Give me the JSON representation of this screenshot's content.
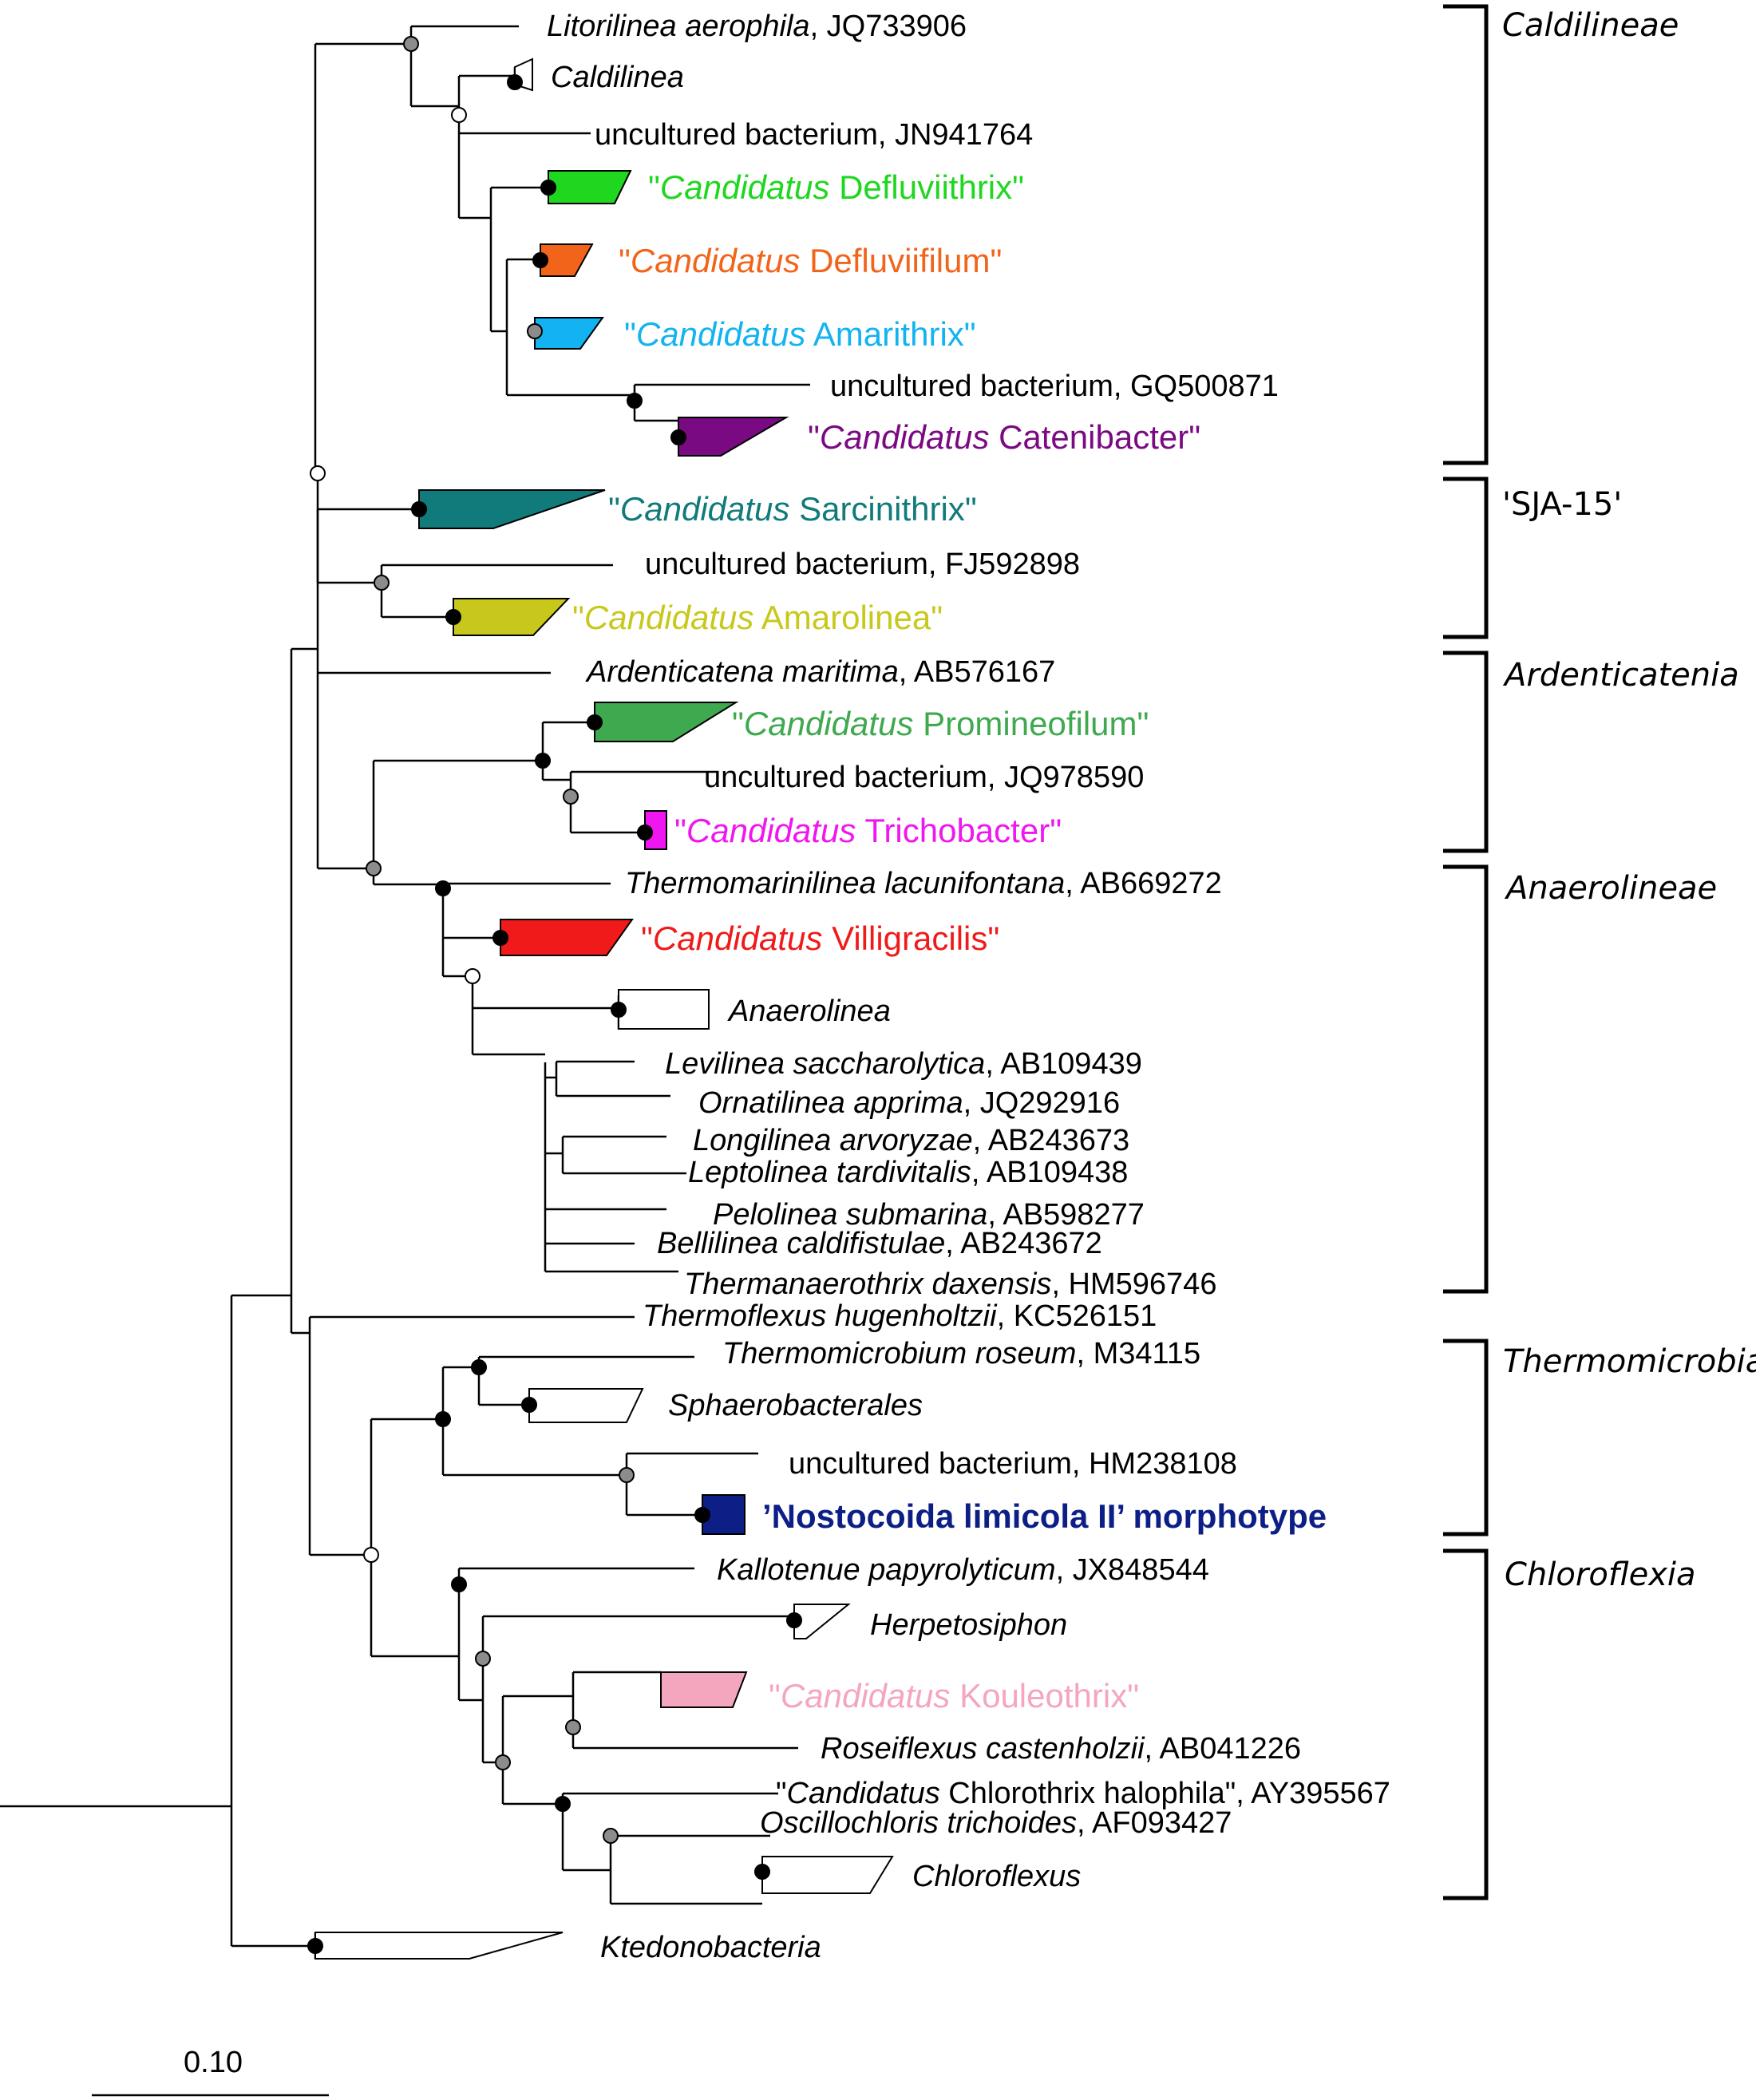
{
  "colors": {
    "defluviithrix": "#1ed71e",
    "defluviifilum": "#f2641a",
    "amarithrix": "#12b3f0",
    "catenibacter": "#7a0a82",
    "sarcinithrix": "#117a7a",
    "amarolinea": "#c8c81c",
    "promineofilum": "#3fa94f",
    "trichobacter": "#ef17ef",
    "villigracilis": "#f01a1a",
    "nostocoida": "#0d1f87",
    "kouleothrix": "#f4a6bf",
    "node_black": "#000000",
    "node_gray": "#8c8c8c",
    "node_white": "#ffffff"
  },
  "taxa": {
    "litorilinea": {
      "name": "Litorilinea aerophila",
      "acc": ", JQ733906"
    },
    "caldilinea": {
      "name": "Caldilinea"
    },
    "unc_jn941764": {
      "text": "uncultured bacterium, JN941764"
    },
    "defluviithrix": {
      "q1": "\"",
      "genus": "Candidatus",
      "name": " Defluviithrix",
      "q2": "\""
    },
    "defluviifilum": {
      "q1": "\"",
      "genus": "Candidatus",
      "name": " Defluviifilum",
      "q2": "\""
    },
    "amarithrix": {
      "q1": "\"",
      "genus": "Candidatus",
      "name": " Amarithrix",
      "q2": "\""
    },
    "unc_gq500871": {
      "text": "uncultured bacterium, GQ500871"
    },
    "catenibacter": {
      "q1": "\"",
      "genus": "Candidatus",
      "name": " Catenibacter",
      "q2": "\""
    },
    "sarcinithrix": {
      "q1": "\"",
      "genus": "Candidatus",
      "name": " Sarcinithrix",
      "q2": "\""
    },
    "unc_fj592898": {
      "text": "uncultured bacterium, FJ592898"
    },
    "amarolinea": {
      "q1": "\"",
      "genus": "Candidatus",
      "name": " Amarolinea",
      "q2": "\""
    },
    "ardenticatena": {
      "name": "Ardenticatena maritima",
      "acc": ", AB576167"
    },
    "promineofilum": {
      "q1": "\"",
      "genus": "Candidatus",
      "name": " Promineofilum",
      "q2": "\""
    },
    "unc_jq978590": {
      "text": "uncultured bacterium, JQ978590"
    },
    "trichobacter": {
      "q1": "\"",
      "genus": "Candidatus",
      "name": " Trichobacter",
      "q2": "\""
    },
    "thermomarinilinea": {
      "name": "Thermomarinilinea lacunifontana",
      "acc": ", AB669272"
    },
    "villigracilis": {
      "q1": "\"",
      "genus": "Candidatus",
      "name": " Villigracilis",
      "q2": "\""
    },
    "anaerolinea": {
      "name": "Anaerolinea"
    },
    "levilinea": {
      "name": "Levilinea saccharolytica",
      "acc": ", AB109439"
    },
    "ornatilinea": {
      "name": "Ornatilinea apprima",
      "acc": ", JQ292916"
    },
    "longilinea": {
      "name": "Longilinea arvoryzae",
      "acc": ", AB243673"
    },
    "leptolinea": {
      "name": "Leptolinea tardivitalis",
      "acc": ", AB109438"
    },
    "pelolinea": {
      "name": "Pelolinea submarina",
      "acc": ", AB598277"
    },
    "bellilinea": {
      "name": "Bellilinea caldifistulae",
      "acc": ", AB243672"
    },
    "thermanaerothrix": {
      "name": "Thermanaerothrix daxensis",
      "acc": ", HM596746"
    },
    "thermoflexus": {
      "name": "Thermoflexus hugenholtzii",
      "acc": ", KC526151"
    },
    "thermomicrobium": {
      "name": "Thermomicrobium roseum",
      "acc": ", M34115"
    },
    "sphaerobacterales": {
      "name": "Sphaerobacterales"
    },
    "unc_hm238108": {
      "text": "uncultured bacterium, HM238108"
    },
    "nostocoida": {
      "text": "’Nostocoida limicola II’ morphotype"
    },
    "kallotenue": {
      "name": "Kallotenue papyrolyticum",
      "acc": ", JX848544"
    },
    "herpetosiphon": {
      "name": "Herpetosiphon"
    },
    "kouleothrix": {
      "q1": "\"",
      "genus": "Candidatus",
      "name": " Kouleothrix",
      "q2": "\""
    },
    "roseiflexus": {
      "name": "Roseiflexus castenholzii",
      "acc": ", AB041226"
    },
    "chlorothrix": {
      "q1": "\"",
      "genus": "Candidatus",
      "name": " Chlorothrix halophila",
      "q2": "\"",
      "acc": ", AY395567"
    },
    "oscillochloris": {
      "name": "Oscillochloris trichoides",
      "acc": ", AF093427"
    },
    "chloroflexus": {
      "name": "Chloroflexus"
    },
    "ktedonobacteria": {
      "name": "Ktedonobacteria"
    }
  },
  "classes": {
    "caldilineae": "Caldilineae",
    "sja15": "'SJA-15'",
    "ardenticatenia": "Ardenticatenia",
    "anaerolineae": "Anaerolineae",
    "thermomicrobia": "Thermomicrobia",
    "chloroflexia": "Chloroflexia"
  },
  "scale": {
    "label": "0.10"
  }
}
